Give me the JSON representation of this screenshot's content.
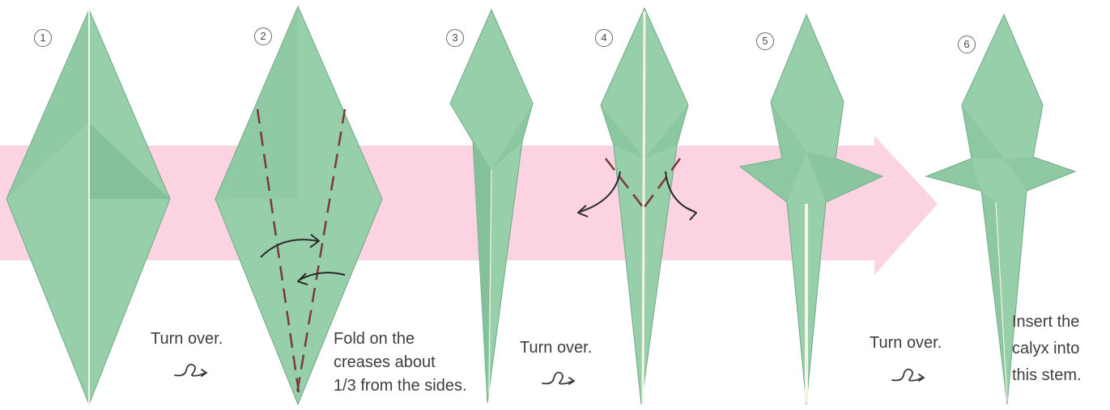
{
  "steps": [
    {
      "number": "1"
    },
    {
      "number": "2"
    },
    {
      "number": "3"
    },
    {
      "number": "4"
    },
    {
      "number": "5"
    },
    {
      "number": "6"
    }
  ],
  "instructions": {
    "turn_over_1": "Turn over.",
    "fold_creases": [
      "Fold on the",
      "creases about",
      "1/3 from the sides."
    ],
    "turn_over_2": "Turn over.",
    "turn_over_3": "Turn over.",
    "insert_calyx": [
      "Insert the",
      "calyx into",
      "this stem."
    ]
  },
  "icons": {
    "turn_over": "turn-over-icon",
    "fold_arrow": "curved-arrow-icon"
  },
  "colors": {
    "paper": "#97cfab",
    "paper_dark": "#84c19b",
    "paper_edge": "#6ea887",
    "crease": "#f6f3e4",
    "progress_arrow": "#fbd3e1",
    "dashed_line": "#7a3a3a",
    "arrow": "#2a2a2a"
  }
}
